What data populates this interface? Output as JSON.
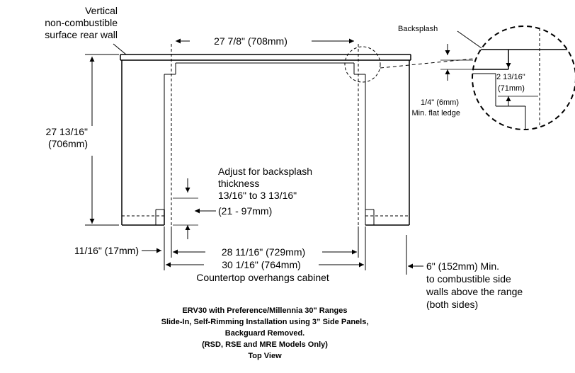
{
  "labels": {
    "wall_line1": "Vertical",
    "wall_line2": "non-combustible",
    "wall_line3": "surface rear wall",
    "width_top": "27 7/8\" (708mm)",
    "depth_line1": "27 13/16\"",
    "depth_line2": "(706mm)",
    "backsplash": "Backsplash",
    "detail_dim_1": "2 13/16\"",
    "detail_dim_2": "(71mm)",
    "ledge_line1": "1/4\" (6mm)",
    "ledge_line2": "Min. flat ledge",
    "adjust_line1": "Adjust for backsplash",
    "adjust_line2": "thickness",
    "adjust_line3": "13/16\" to 3 13/16\"",
    "adjust_line4": "(21 - 97mm)",
    "side_gap": "11/16\" (17mm)",
    "inner_width": "28 11/16\" (729mm)",
    "outer_width": "30 1/16\" (764mm)",
    "overhang_note": "Countertop overhangs cabinet",
    "clearance_line1": "6\" (152mm) Min.",
    "clearance_line2": "to combustible side",
    "clearance_line3": "walls above the range",
    "clearance_line4": "(both sides)"
  },
  "caption": {
    "line1": "ERV30 with Preference/Millennia 30\" Ranges",
    "line2": "Slide-In, Self-Rimming Installation using 3” Side Panels,",
    "line3": "Backguard Removed.",
    "line4": "(RSD, RSE and MRE Models Only)",
    "line5": "Top View"
  }
}
